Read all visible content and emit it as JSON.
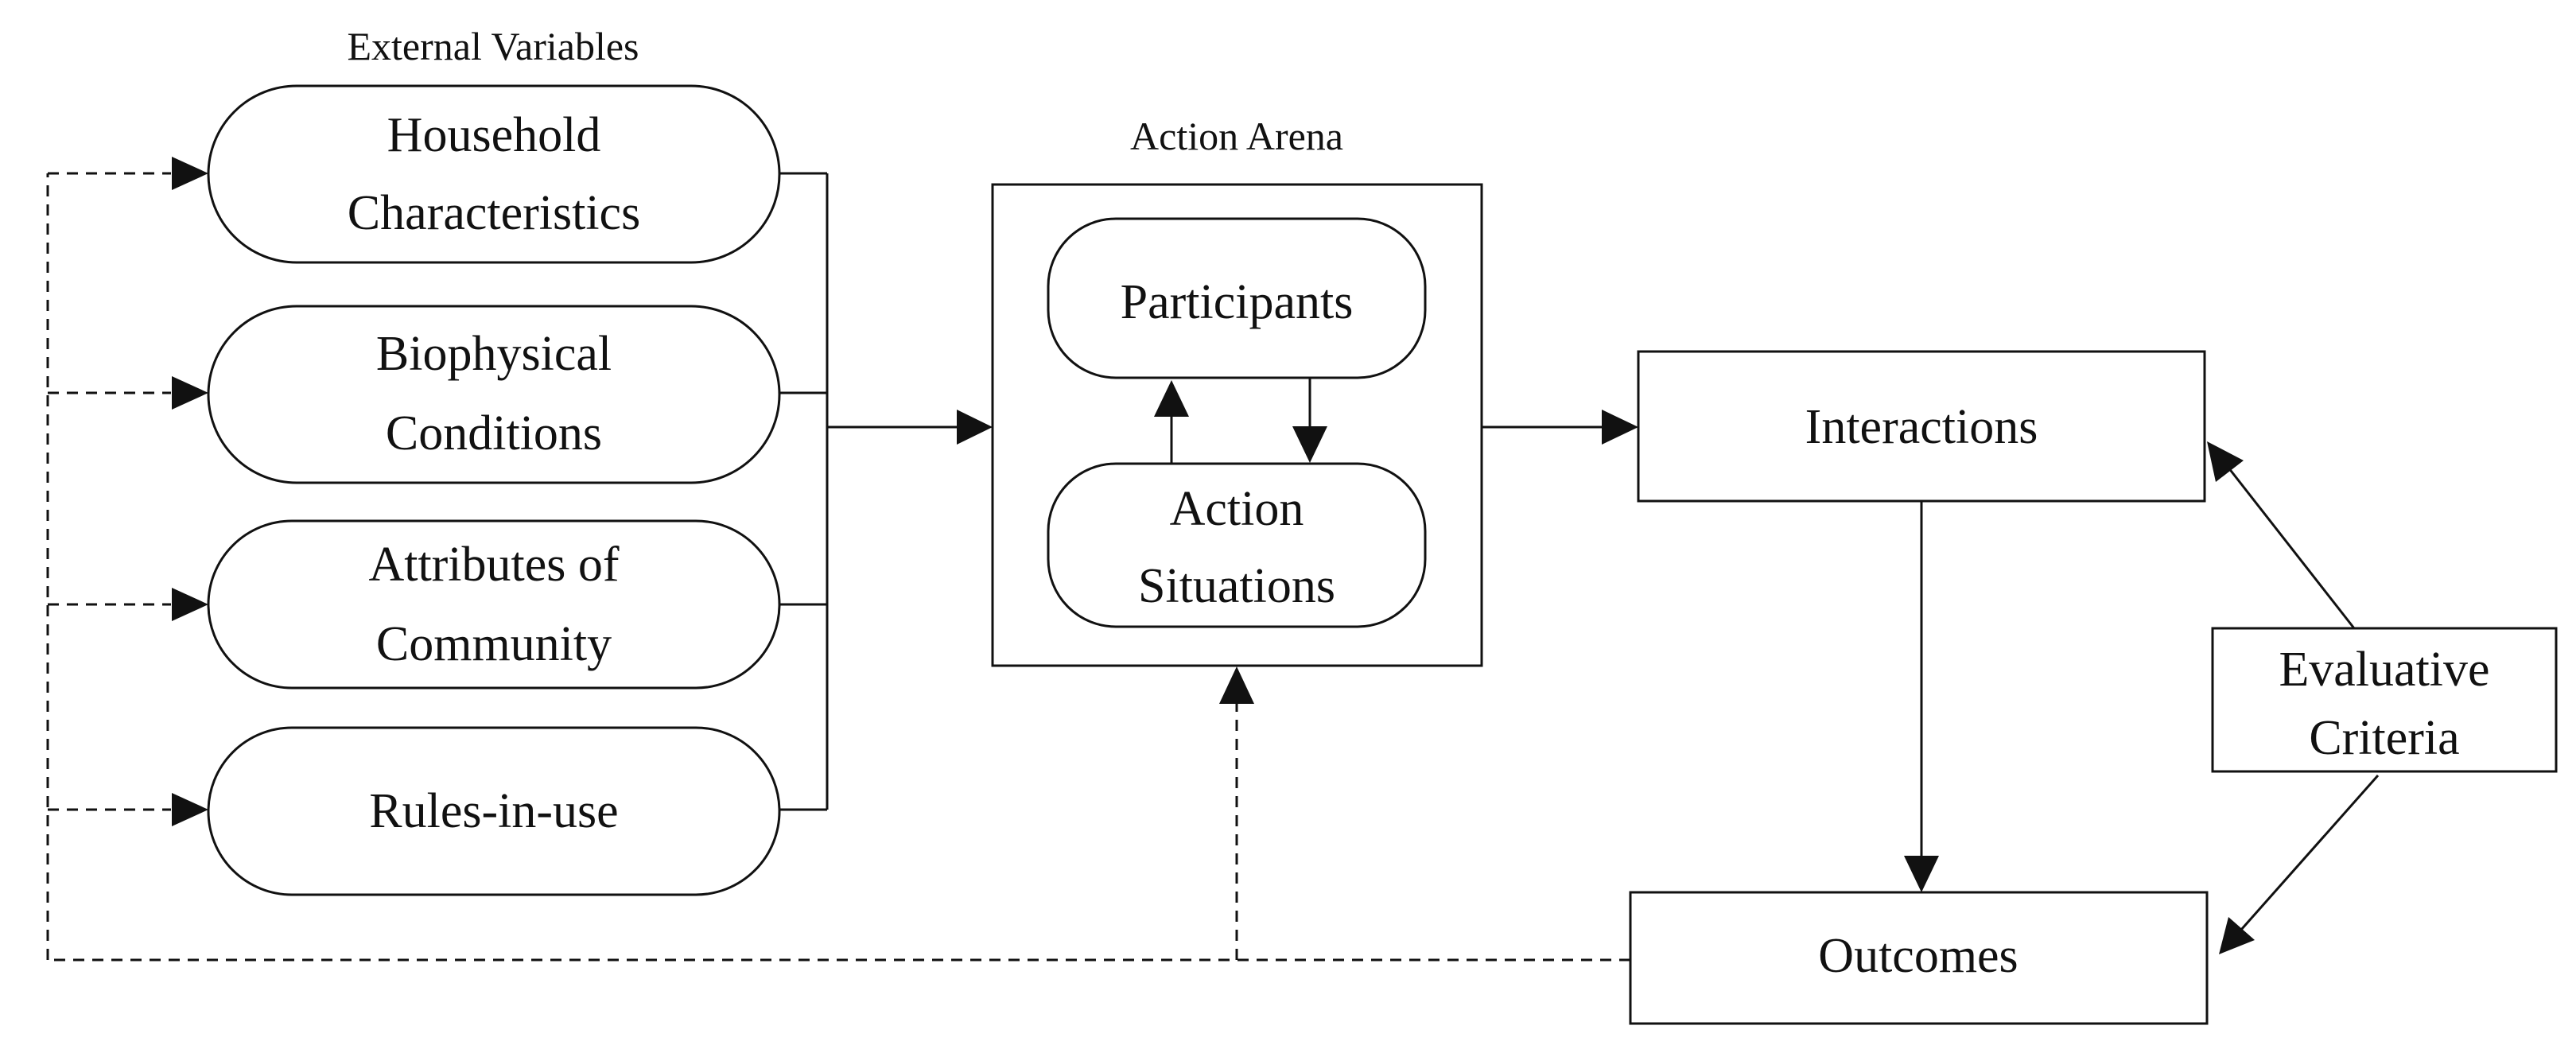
{
  "external_variables": {
    "heading": "External Variables",
    "items": [
      {
        "lines": [
          "Household",
          "Characteristics"
        ]
      },
      {
        "lines": [
          "Biophysical",
          "Conditions"
        ]
      },
      {
        "lines": [
          "Attributes of",
          "Community"
        ]
      },
      {
        "lines": [
          "Rules-in-use"
        ]
      }
    ]
  },
  "action_arena": {
    "heading": "Action Arena",
    "participants": [
      "Participants"
    ],
    "action_situations": [
      "Action",
      "Situations"
    ]
  },
  "interactions": [
    "Interactions"
  ],
  "outcomes": [
    "Outcomes"
  ],
  "evaluative_criteria": [
    "Evaluative",
    "Criteria"
  ]
}
